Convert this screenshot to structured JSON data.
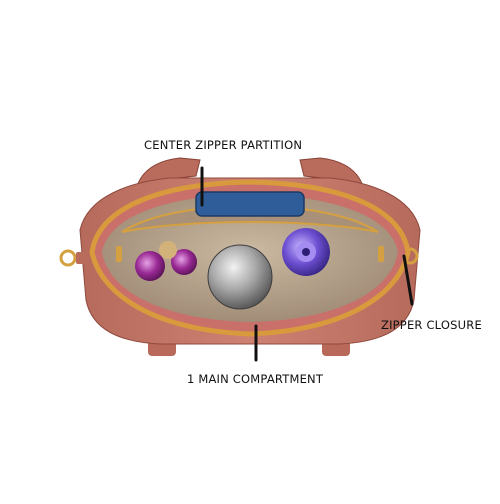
{
  "image": {
    "subject": "handbag-open-top-view",
    "colors": {
      "leather": "#c47868",
      "leather_dark": "#8f4a3e",
      "lining": "#b9a58f",
      "zipper": "#d89a3c",
      "hardware": "#d4a040",
      "phone": "#2f5d9a"
    }
  },
  "annotations": {
    "center_zipper_partition": "CENTER ZIPPER PARTITION",
    "zipper_closure": "ZIPPER CLOSURE",
    "main_compartment": "1 MAIN COMPARTMENT"
  }
}
